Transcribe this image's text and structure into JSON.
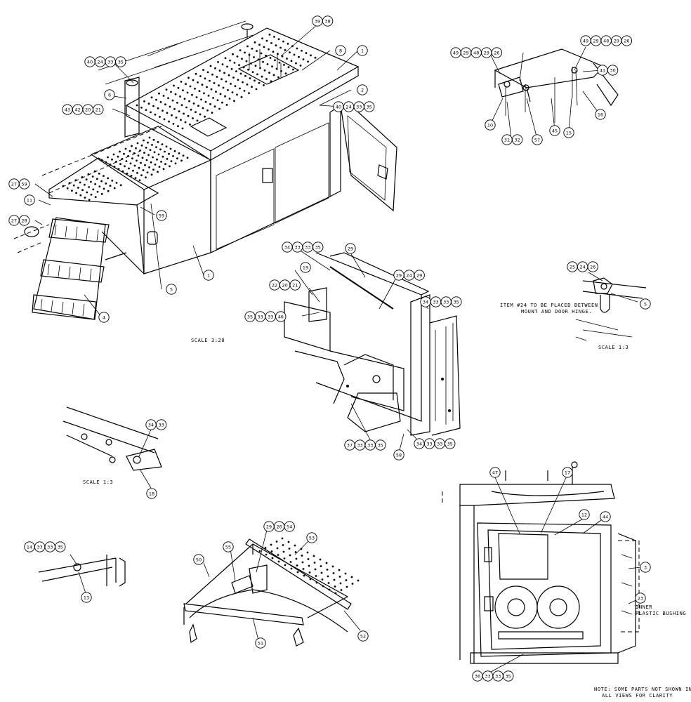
{
  "notes": {
    "scale_main": "SCALE  3:20",
    "scale_hinge": "SCALE  1:3",
    "scale_rail": "SCALE  1:3",
    "item24_line1": "ITEM #24 TO BE PLACED BETWEEN",
    "item24_line2": "MOUNT AND DOOR HINGE.",
    "bushing_line1": "INNER",
    "bushing_line2": "PLASTIC BUSHING",
    "footer_line1": "NOTE: SOME PARTS NOT SHOWN IN",
    "footer_line2": "ALL VIEWS FOR CLARITY"
  },
  "callouts": {
    "main": [
      {
        "id": "m1",
        "nums": [
          "39",
          "38"
        ]
      },
      {
        "id": "m2",
        "nums": [
          "8"
        ]
      },
      {
        "id": "m3",
        "nums": [
          "1"
        ]
      },
      {
        "id": "m4",
        "nums": [
          "40",
          "24",
          "33",
          "35"
        ]
      },
      {
        "id": "m5",
        "nums": [
          "6"
        ]
      },
      {
        "id": "m6",
        "nums": [
          "2"
        ]
      },
      {
        "id": "m7",
        "nums": [
          "43",
          "42",
          "20",
          "21"
        ]
      },
      {
        "id": "m8",
        "nums": [
          "40",
          "24",
          "33",
          "35"
        ]
      },
      {
        "id": "m9",
        "nums": [
          "27",
          "59"
        ]
      },
      {
        "id": "m10",
        "nums": [
          "11"
        ]
      },
      {
        "id": "m11",
        "nums": [
          "27",
          "28"
        ]
      },
      {
        "id": "m12",
        "nums": [
          "59"
        ]
      },
      {
        "id": "m13",
        "nums": [
          "1"
        ]
      },
      {
        "id": "m14",
        "nums": [
          "5"
        ]
      },
      {
        "id": "m15",
        "nums": [
          "4"
        ]
      }
    ],
    "top_right": [
      {
        "id": "t1",
        "nums": [
          "49",
          "29",
          "48",
          "29",
          "26"
        ]
      },
      {
        "id": "t2",
        "nums": [
          "49",
          "29",
          "48",
          "29",
          "26"
        ]
      },
      {
        "id": "t3",
        "nums": [
          "41",
          "30"
        ]
      },
      {
        "id": "t4",
        "nums": [
          "16"
        ]
      },
      {
        "id": "t5",
        "nums": [
          "10"
        ]
      },
      {
        "id": "t6",
        "nums": [
          "31",
          "32"
        ]
      },
      {
        "id": "t7",
        "nums": [
          "57"
        ]
      },
      {
        "id": "t8",
        "nums": [
          "45"
        ]
      },
      {
        "id": "t9",
        "nums": [
          "15"
        ]
      }
    ],
    "center": [
      {
        "id": "c1",
        "nums": [
          "34",
          "33",
          "33",
          "35"
        ]
      },
      {
        "id": "c2",
        "nums": [
          "29"
        ]
      },
      {
        "id": "c3",
        "nums": [
          "19"
        ]
      },
      {
        "id": "c4",
        "nums": [
          "22",
          "20",
          "21"
        ]
      },
      {
        "id": "c5",
        "nums": [
          "29",
          "24",
          "29"
        ]
      },
      {
        "id": "c6",
        "nums": [
          "34",
          "33",
          "33",
          "35"
        ]
      },
      {
        "id": "c7",
        "nums": [
          "35",
          "33",
          "33",
          "46"
        ]
      },
      {
        "id": "c8",
        "nums": [
          "37",
          "33",
          "33",
          "35"
        ]
      },
      {
        "id": "c9",
        "nums": [
          "34",
          "33",
          "33",
          "35"
        ]
      },
      {
        "id": "c10",
        "nums": [
          "58"
        ]
      }
    ],
    "hinge": [
      {
        "id": "h1",
        "nums": [
          "25",
          "24",
          "26"
        ]
      },
      {
        "id": "h2",
        "nums": [
          "5"
        ]
      }
    ],
    "rail": [
      {
        "id": "r1",
        "nums": [
          "34",
          "33"
        ]
      },
      {
        "id": "r2",
        "nums": [
          "18"
        ]
      }
    ],
    "bracket": [
      {
        "id": "b1",
        "nums": [
          "14",
          "33",
          "33",
          "35"
        ]
      },
      {
        "id": "b2",
        "nums": [
          "13"
        ]
      }
    ],
    "lid": [
      {
        "id": "l1",
        "nums": [
          "29",
          "26",
          "54"
        ]
      },
      {
        "id": "l2",
        "nums": [
          "53"
        ]
      },
      {
        "id": "l3",
        "nums": [
          "50"
        ]
      },
      {
        "id": "l4",
        "nums": [
          "55"
        ]
      },
      {
        "id": "l5",
        "nums": [
          "51"
        ]
      },
      {
        "id": "l6",
        "nums": [
          "52"
        ]
      }
    ],
    "interior": [
      {
        "id": "i1",
        "nums": [
          "47"
        ]
      },
      {
        "id": "i2",
        "nums": [
          "17"
        ]
      },
      {
        "id": "i3",
        "nums": [
          "12"
        ]
      },
      {
        "id": "i4",
        "nums": [
          "44"
        ]
      },
      {
        "id": "i5",
        "nums": [
          "3"
        ]
      },
      {
        "id": "i6",
        "nums": [
          "23"
        ]
      },
      {
        "id": "i7",
        "nums": [
          "36",
          "33",
          "33",
          "35"
        ]
      }
    ]
  }
}
